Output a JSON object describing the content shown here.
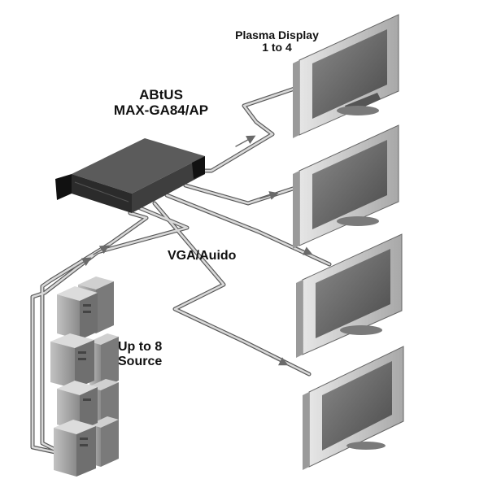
{
  "diagram": {
    "display_label": {
      "line1": "Plasma Display",
      "line2": "1 to 4"
    },
    "device_label": {
      "line1": "ABtUS",
      "line2": "MAX-GA84/AP"
    },
    "cable_label": "VGA/Auido",
    "source_label": {
      "line1": "Up to 8",
      "line2": "Source"
    },
    "colors": {
      "cable": "#9a9a9a",
      "cable_edge": "#5a5a5a",
      "device_top": "#5b5b5b",
      "device_front": "#2b2b2b",
      "screen": "#6f6f6f",
      "bezel": "#c9c9c9",
      "tower_front": "#a9a9a9",
      "tower_side": "#7a7a7a"
    }
  }
}
